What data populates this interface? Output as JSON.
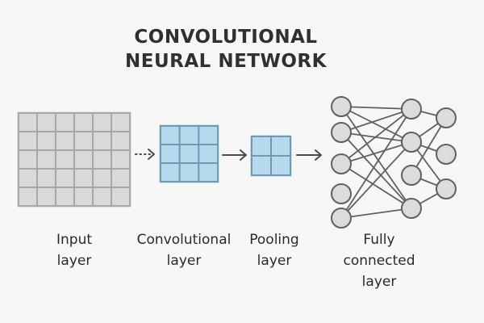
{
  "title": {
    "line1": "CONVOLUTIONAL",
    "line2": "NEURAL NETWORK"
  },
  "colors": {
    "background": "#f7f7f7",
    "text": "#2e3033",
    "input_fill": "#d9d9db",
    "input_stroke": "#a8a8aa",
    "conv_fill": "#b7d9ec",
    "conv_stroke": "#6e9ab3",
    "node_fill": "#dcdcdc",
    "node_stroke": "#5f6163",
    "arrow": "#4a4c4e"
  },
  "layers": {
    "input": {
      "label_line1": "Input",
      "label_line2": "layer",
      "grid_cols": 6,
      "grid_rows": 5
    },
    "convolutional": {
      "label_line1": "Convolutional",
      "label_line2": "layer",
      "grid_cols": 3,
      "grid_rows": 3
    },
    "pooling": {
      "label_line1": "Pooling",
      "label_line2": "layer",
      "grid_cols": 2,
      "grid_rows": 2
    },
    "fully_connected": {
      "label_line1": "Fully",
      "label_line2": "connected",
      "label_line3": "layer",
      "layer_sizes": [
        5,
        4,
        3
      ],
      "edges_l1_l2": [
        [
          0,
          0
        ],
        [
          0,
          1
        ],
        [
          0,
          3
        ],
        [
          1,
          0
        ],
        [
          1,
          1
        ],
        [
          1,
          3
        ],
        [
          2,
          0
        ],
        [
          2,
          1
        ],
        [
          2,
          3
        ],
        [
          4,
          0
        ],
        [
          4,
          1
        ],
        [
          4,
          3
        ]
      ],
      "edges_l2_l3": [
        [
          0,
          0
        ],
        [
          1,
          0
        ],
        [
          1,
          1
        ],
        [
          1,
          2
        ],
        [
          2,
          0
        ],
        [
          2,
          2
        ],
        [
          3,
          2
        ]
      ]
    }
  },
  "arrows": [
    {
      "from": "input",
      "to": "convolutional",
      "style": "dotted"
    },
    {
      "from": "convolutional",
      "to": "pooling",
      "style": "solid"
    },
    {
      "from": "pooling",
      "to": "fully_connected",
      "style": "solid"
    }
  ]
}
